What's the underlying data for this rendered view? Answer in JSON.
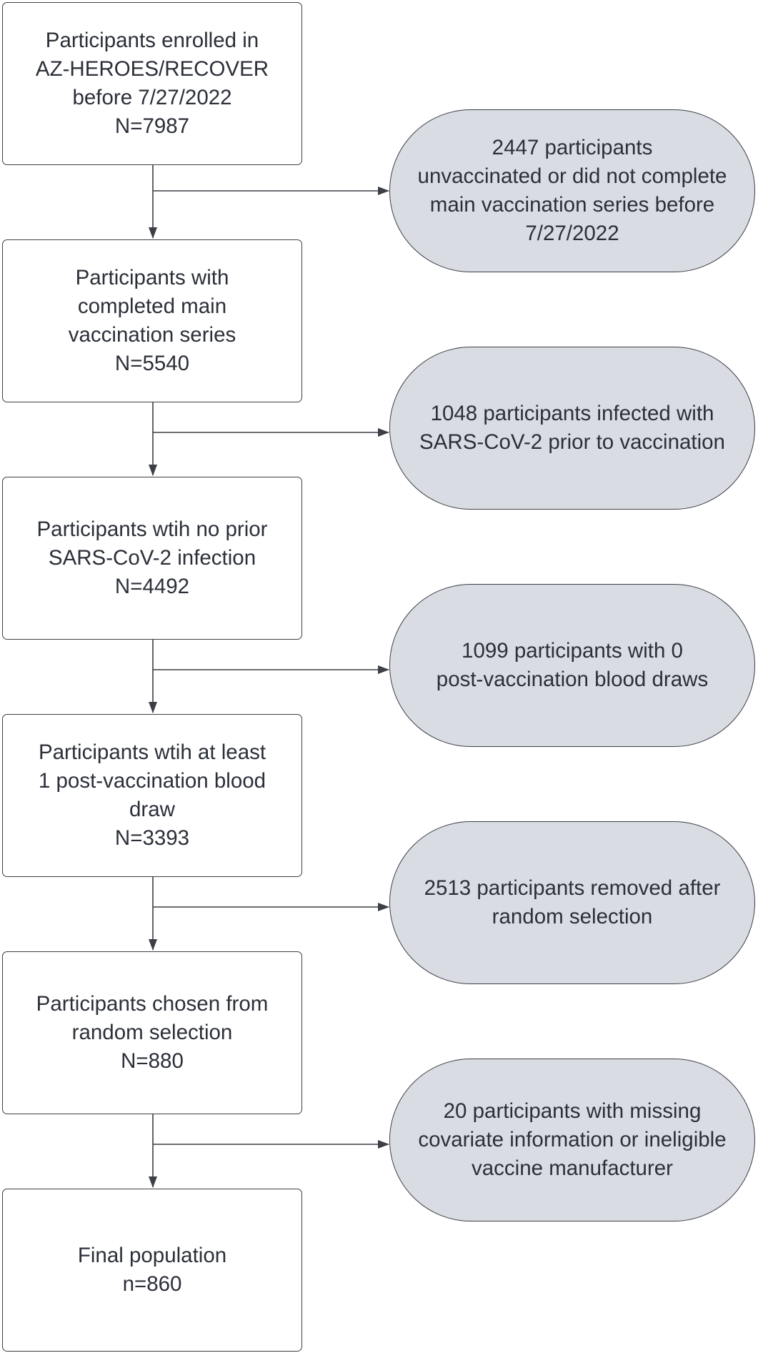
{
  "flowchart": {
    "steps": [
      {
        "lines": [
          "Participants enrolled in",
          "AZ-HEROES/RECOVER",
          "before 7/27/2022",
          "N=7987"
        ]
      },
      {
        "lines": [
          "Participants with",
          "completed main",
          "vaccination series",
          "N=5540"
        ]
      },
      {
        "lines": [
          "Participants wtih no prior",
          "SARS-CoV-2 infection",
          "N=4492"
        ]
      },
      {
        "lines": [
          "Participants wtih at least",
          "1 post-vaccination blood",
          "draw",
          "N=3393"
        ]
      },
      {
        "lines": [
          "Participants chosen from",
          "random selection",
          "N=880"
        ]
      },
      {
        "lines": [
          "Final population",
          "n=860"
        ]
      }
    ],
    "exclusions": [
      {
        "lines": [
          "2447 participants",
          "unvaccinated or did not complete",
          "main vaccination series before",
          "7/27/2022"
        ]
      },
      {
        "lines": [
          "1048 participants infected with",
          "SARS-CoV-2 prior to vaccination"
        ]
      },
      {
        "lines": [
          "1099 participants with 0",
          "post-vaccination blood draws"
        ]
      },
      {
        "lines": [
          "2513 participants removed after",
          "random selection"
        ]
      },
      {
        "lines": [
          "20 participants with missing",
          "covariate information or ineligible",
          "vaccine manufacturer"
        ]
      }
    ],
    "colors": {
      "box_fill": "#ffffff",
      "exclusion_fill": "#d9dde3",
      "stroke": "#3c3f45",
      "text": "#2b2f38"
    }
  }
}
